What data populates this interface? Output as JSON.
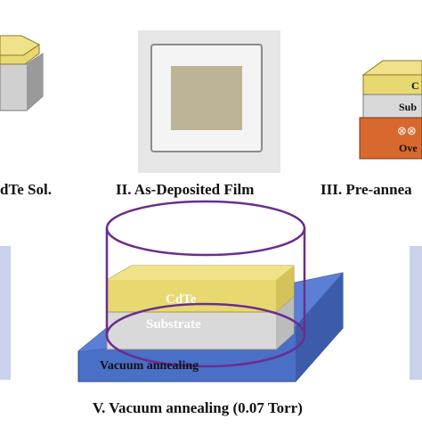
{
  "panels": {
    "panel1": {
      "caption": "dTe Sol."
    },
    "panel2": {
      "caption": "II. As-Deposited Film"
    },
    "panel3": {
      "caption": "III. Pre-annea",
      "layers": {
        "top": "C",
        "middle": "Sub",
        "bottom": "Ove",
        "heater_symbols": "⊗⊗"
      }
    },
    "panel5": {
      "caption": "V. Vacuum annealing (0.07 Torr)",
      "labels": {
        "film": "CdTe",
        "substrate": "Substrate",
        "base": "Vacuum annealing"
      }
    }
  },
  "colors": {
    "cdte_yellow": "#e8d870",
    "substrate_gray": "#d9d9d9",
    "base_blue": "#4a6fc6",
    "chamber_purple": "#6b2d8f",
    "oven_orange": "#d8692e",
    "film_beige": "#bdb396"
  }
}
